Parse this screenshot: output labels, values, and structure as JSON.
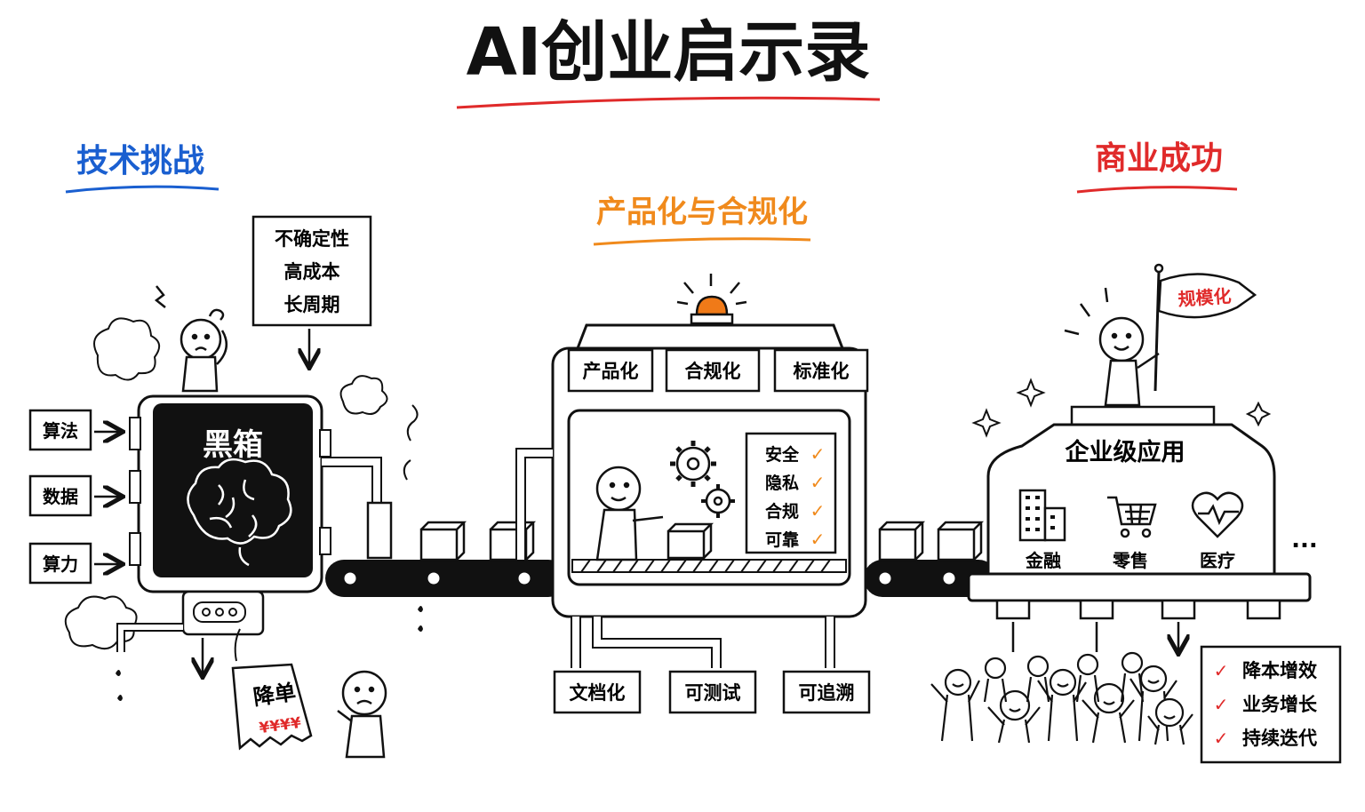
{
  "title": "AI创业启示录",
  "colors": {
    "ink": "#111111",
    "blue": "#1a5fd0",
    "orange": "#f08a1c",
    "red": "#e02a2a",
    "alarm": "#f07a18"
  },
  "sections": {
    "tech": "技术挑战",
    "product": "产品化与合规化",
    "business": "商业成功"
  },
  "tech": {
    "inputs": [
      "算法",
      "数据",
      "算力"
    ],
    "blackbox": "黑箱",
    "icon": "brain-icon",
    "note_lines": [
      "不确定性",
      "高成本",
      "长周期"
    ],
    "receipt_title": "降单",
    "receipt_amount": "¥¥¥¥"
  },
  "product": {
    "tabs": [
      "产品化",
      "合规化",
      "标准化"
    ],
    "checks": [
      "安全",
      "隐私",
      "合规",
      "可靠"
    ],
    "outputs": [
      "文档化",
      "可测试",
      "可追溯"
    ],
    "check_mark": "✓"
  },
  "business": {
    "flag": "规模化",
    "platform": "企业级应用",
    "industries": [
      "金融",
      "零售",
      "医疗"
    ],
    "industry_icons": [
      "buildings-icon",
      "cart-icon",
      "heart-pulse-icon"
    ],
    "ellipsis": "...",
    "results": [
      "降本增效",
      "业务增长",
      "持续迭代"
    ]
  }
}
